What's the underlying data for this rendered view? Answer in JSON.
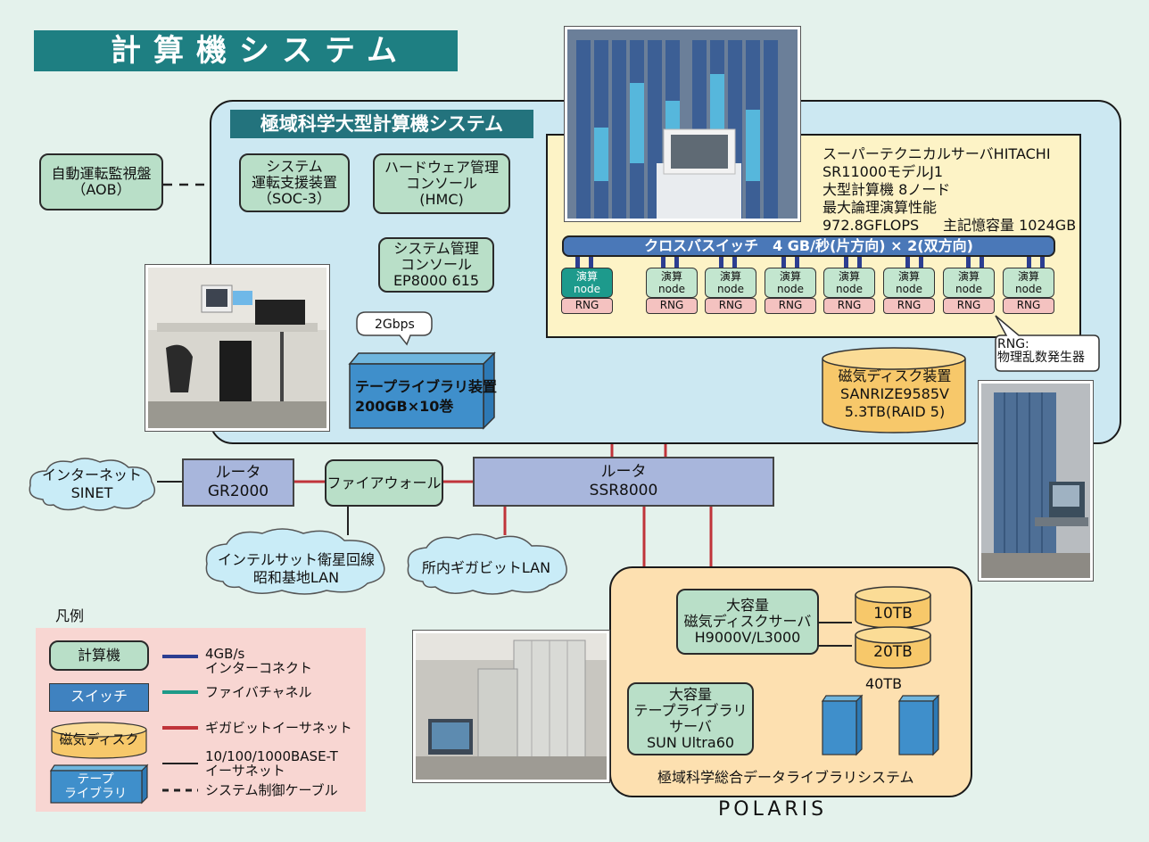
{
  "title": "計算機システム",
  "polar_system": {
    "title": "極域科学大型計算機システム",
    "supercomputer": {
      "name": "スーパーテクニカルサーバHITACHI",
      "model": "SR11000モデルJ1",
      "nodes": "大型計算機 8ノード",
      "perf_label": "最大論理演算性能",
      "perf_value": "972.8GFLOPS",
      "memory": "主記憶容量 1024GB"
    },
    "crossbar": "クロスバスイッチ　4 GB/秒(片方向) × 2(双方向)",
    "node_title": "演算",
    "node_sub": "node",
    "rng_label": "RNG",
    "rng_note_line1": "RNG:",
    "rng_note_line2": "物理乱数発生器",
    "aob_line1": "自動運転監視盤",
    "aob_line2": "（AOB）",
    "soc_line1": "システム",
    "soc_line2": "運転支援装置",
    "soc_line3": "（SOC-3）",
    "hmc_line1": "ハードウェア管理",
    "hmc_line2": "コンソール",
    "hmc_line3": "(HMC)",
    "sys_console_line1": "システム管理",
    "sys_console_line2": "コンソール",
    "sys_console_line3": "EP8000 615",
    "bubble_2gbps": "2Gbps",
    "tape_line1": "テープライブラリ装置",
    "tape_line2": "200GB×10巻",
    "disk_line1": "磁気ディスク装置",
    "disk_line2": "SANRIZE9585V",
    "disk_line3": "5.3TB(RAID 5)"
  },
  "network": {
    "internet_line1": "インターネット",
    "internet_line2": "SINET",
    "router1_line1": "ルータ",
    "router1_line2": "GR2000",
    "firewall": "ファイアウォール",
    "router2_line1": "ルータ",
    "router2_line2": "SSR8000",
    "intelsat_line1": "インテルサット衛星回線",
    "intelsat_line2": "昭和基地LAN",
    "giga_lan": "所内ギガビットLAN"
  },
  "library_system": {
    "title": "極域科学総合データライブラリシステム",
    "disk_server_line1": "大容量",
    "disk_server_line2": "磁気ディスクサーバ",
    "disk_server_line3": "H9000V/L3000",
    "disk_10": "10TB",
    "disk_20": "20TB",
    "tape_server_line1": "大容量",
    "tape_server_line2": "テープライブラリ",
    "tape_server_line3": "サーバ",
    "tape_server_line4": "SUN Ultra60",
    "cap_40": "40TB",
    "name": "POLARIS"
  },
  "legend": {
    "title": "凡例",
    "computer": "計算機",
    "switch": "スイッチ",
    "disk": "磁気ディスク",
    "tape_line1": "テープ",
    "tape_line2": "ライブラリ",
    "interconnect_line1": "4GB/s",
    "interconnect_line2": "インターコネクト",
    "fibre": "ファイバチャネル",
    "gigabit": "ギガビットイーサネット",
    "base_t_line1": "10/100/1000BASE-T",
    "base_t_line2": "イーサネット",
    "control": "システム制御ケーブル"
  },
  "colors": {
    "interconnect": "#2c3e91",
    "fibre": "#1e9a88",
    "gigabit": "#c0343a",
    "base_t": "#222222"
  }
}
